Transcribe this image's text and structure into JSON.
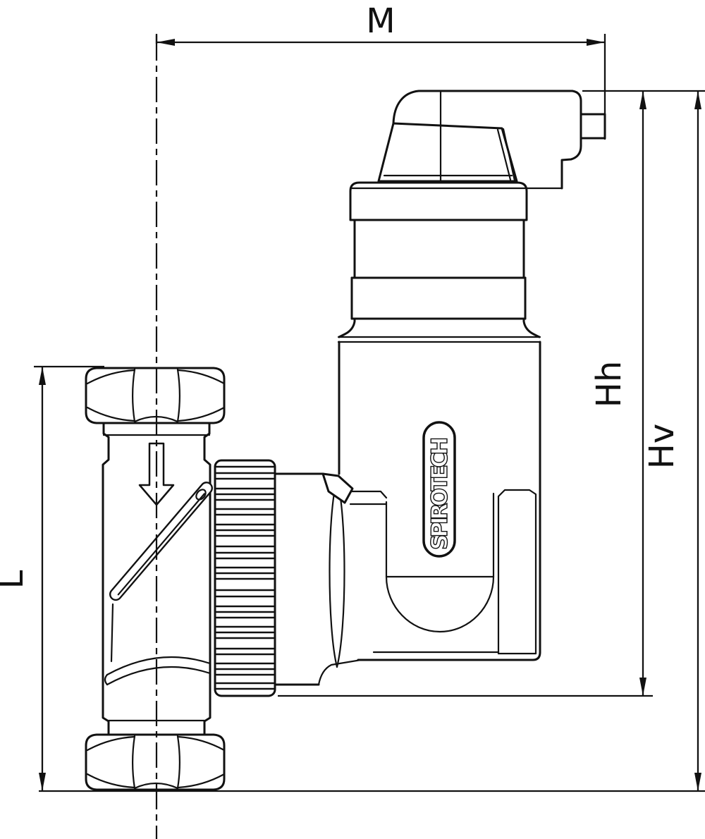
{
  "drawing": {
    "dimension_labels": {
      "m": "M",
      "hh": "Hh",
      "hv": "Hv",
      "l": "L"
    },
    "brand_label": "SPIROTECH",
    "line_color": "#111111",
    "background_color": "#ffffff"
  }
}
